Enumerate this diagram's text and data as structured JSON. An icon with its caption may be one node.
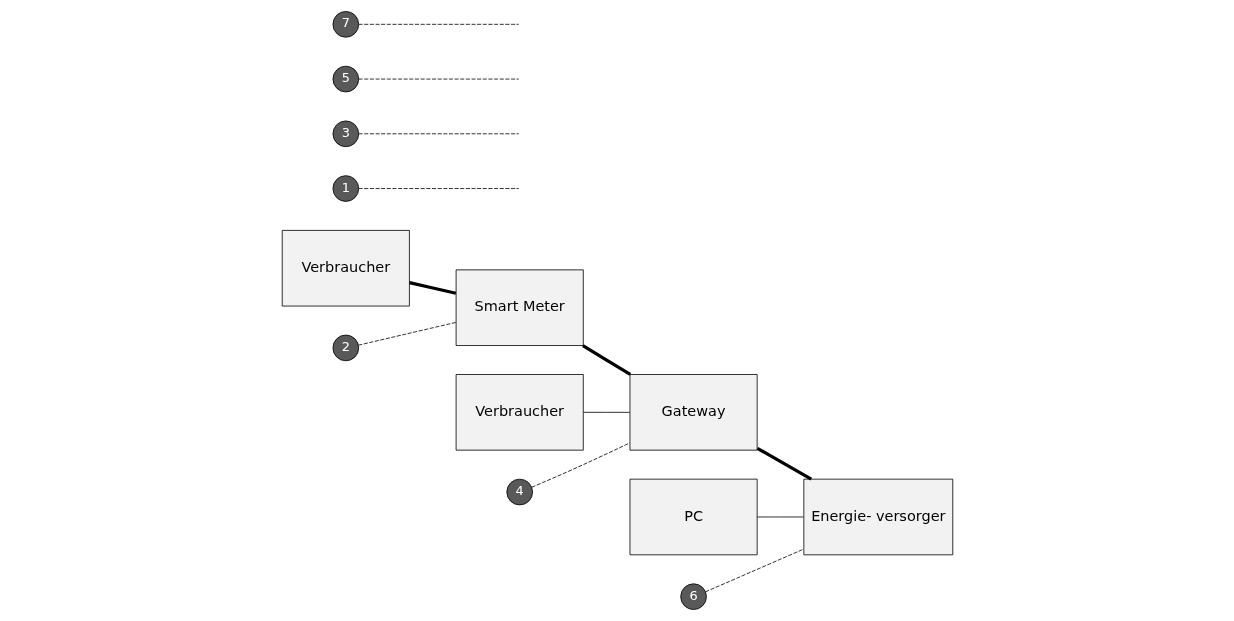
{
  "diagram": {
    "nodes": [
      {
        "text": [
          "Verbraucher"
        ]
      },
      {
        "text": [
          "Smart Meter"
        ]
      },
      {
        "text": [
          "Gateway"
        ]
      },
      {
        "text": [
          "Energie- versorger"
        ]
      },
      {
        "text": [
          "Verbraucher"
        ]
      },
      {
        "text": [
          "PC"
        ]
      },
      {
        "text": [
          "1"
        ]
      },
      {
        "text": [
          "2"
        ]
      },
      {
        "text": [
          "3"
        ]
      },
      {
        "text": [
          "4"
        ]
      },
      {
        "text": [
          "5"
        ]
      },
      {
        "text": [
          "6"
        ]
      },
      {
        "text": [
          "7"
        ]
      }
    ],
    "edges": [
      {
        "from": 0,
        "to": 1,
        "arrow": "none",
        "style": "thick"
      },
      {
        "from": 1,
        "to": 2,
        "arrow": "none",
        "style": "thick"
      },
      {
        "from": 2,
        "to": 3,
        "arrow": "none",
        "style": "thick"
      },
      {
        "from": 4,
        "to": 2,
        "arrow": "none"
      },
      {
        "from": 5,
        "to": 3,
        "arrow": "none"
      },
      {
        "from": 6,
        "to": null,
        "arrow": "none",
        "style": "dashed"
      },
      {
        "from": 7,
        "to": 1,
        "arrow": "none",
        "style": "dashed"
      },
      {
        "from": 8,
        "to": null,
        "arrow": "none",
        "style": "dashed"
      },
      {
        "from": 9,
        "to": 2,
        "arrow": "none",
        "style": "dashed"
      },
      {
        "from": 10,
        "to": null,
        "arrow": "none",
        "style": "dashed"
      },
      {
        "from": 11,
        "to": 3,
        "arrow": "none",
        "style": "dashed"
      },
      {
        "from": 12,
        "to": null,
        "arrow": "none",
        "style": "dashed"
      }
    ]
  }
}
